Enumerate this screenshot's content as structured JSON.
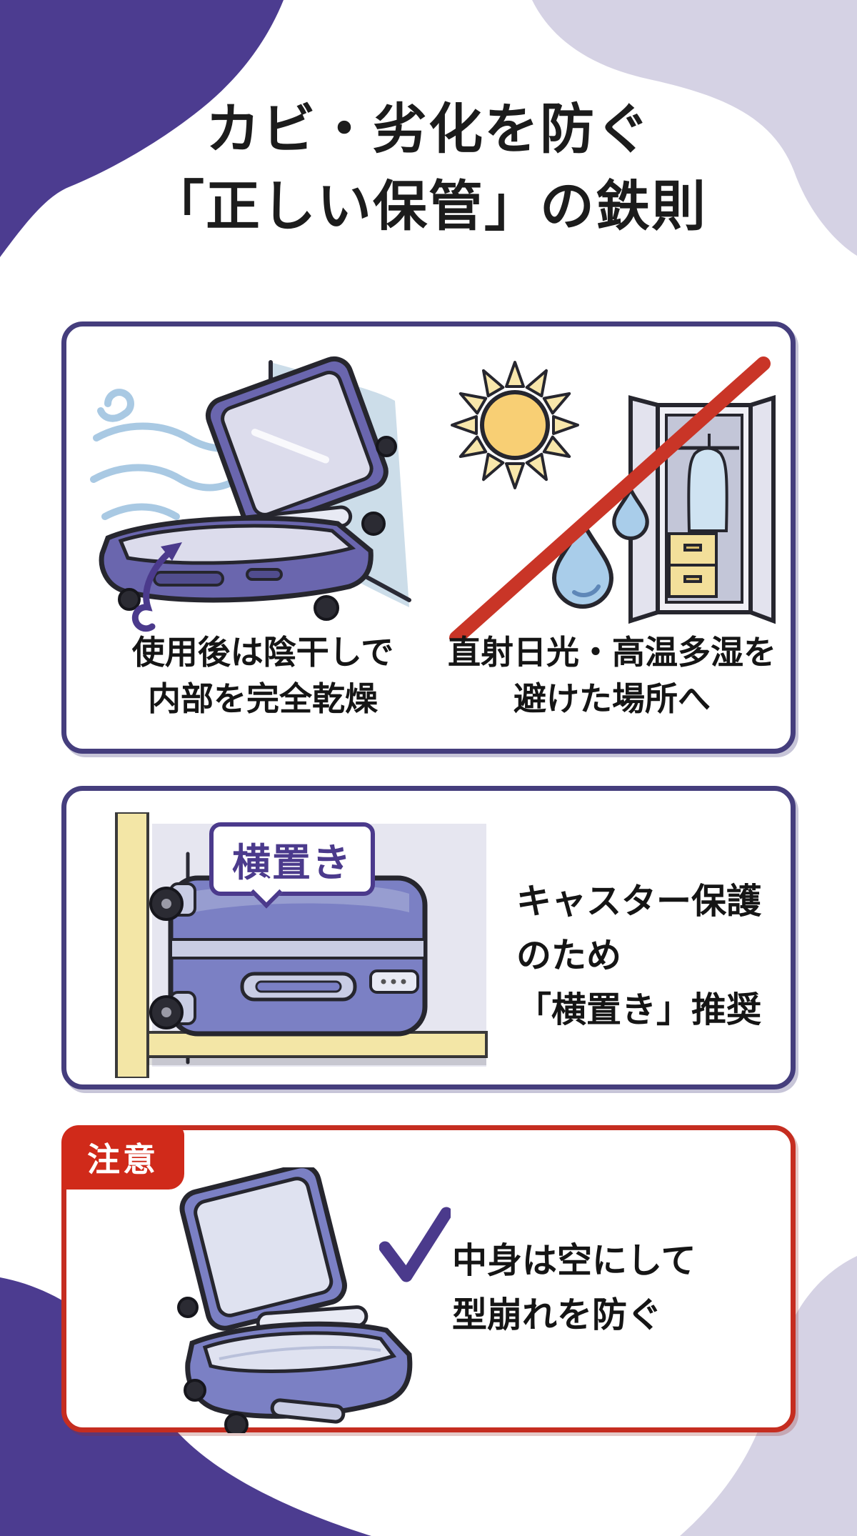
{
  "title": {
    "line1": "カビ・劣化を防ぐ",
    "line2": "「正しい保管」の鉄則"
  },
  "colors": {
    "blob_dark_purple": "#4c3c90",
    "blob_lavender": "#d5d2e4",
    "panel_border_purple": "#453e7d",
    "caution_border_red": "#c52d20",
    "badge_red": "#d02a1a",
    "slash_red": "#c93527",
    "suitcase_body_purple": "#6a66ae",
    "suitcase_body_blue": "#7b80c4",
    "suitcase_interior": "#dfe2f0",
    "sun_yellow": "#f8cf74",
    "water_drop_blue": "#a9cdea",
    "shelf_yellow": "#f3e6a6",
    "wind_blue": "#a9c9e3",
    "accent_purple": "#4b3a8c",
    "text_dark": "#1c1c1c"
  },
  "panel_drying": {
    "left_caption": {
      "line1": "使用後は陰干しで",
      "line2": "内部を完全乾燥"
    },
    "right_caption": {
      "line1": "直射日光・高温多湿を",
      "line2": "避けた場所へ"
    }
  },
  "panel_horizontal": {
    "bubble_label": "横置き",
    "text": {
      "line1": "キャスター保護のため",
      "line2": "「横置き」推奨"
    }
  },
  "panel_caution": {
    "badge_label": "注意",
    "text": {
      "line1": "中身は空にして",
      "line2": "型崩れを防ぐ"
    }
  },
  "icons": {
    "wind": "wind-lines",
    "curved_arrow": "curved-arrow",
    "sun": "sun",
    "water_drops": "water-drops",
    "wardrobe": "wardrobe",
    "no_slash": "red-slash",
    "speech_bubble": "speech-bubble",
    "checkmark": "✓"
  }
}
